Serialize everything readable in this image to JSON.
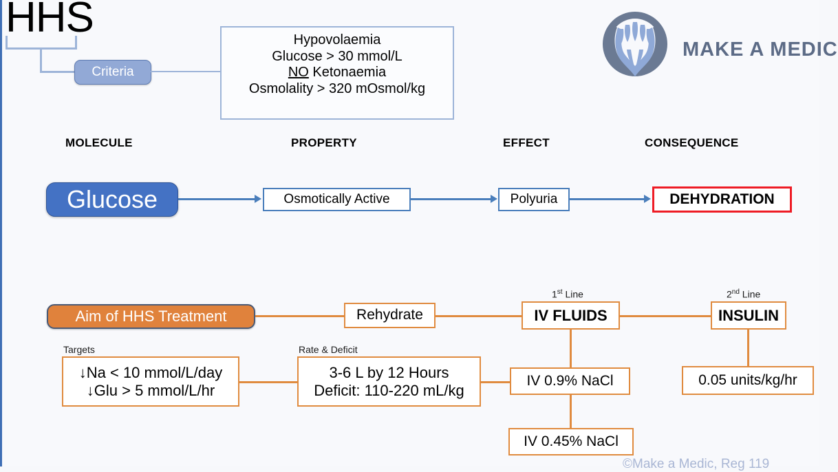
{
  "slide": {
    "title": "HHS",
    "background_color": "#f8f9fc",
    "accent_blue": "#4472c4",
    "accent_orange": "#e08b3f",
    "accent_red": "#ee1c25"
  },
  "criteria": {
    "pill_label": "Criteria",
    "lines": [
      "Hypovolaemia",
      "Glucose > 30 mmol/L",
      "NO Ketonaemia",
      "Osmolality > 320 mOsmol/kg"
    ],
    "underlined_word": "NO"
  },
  "column_headers": [
    {
      "label": "MOLECULE"
    },
    {
      "label": "PROPERTY"
    },
    {
      "label": "EFFECT"
    },
    {
      "label": "CONSEQUENCE"
    }
  ],
  "pathway": {
    "molecule": "Glucose",
    "property": "Osmotically Active",
    "effect": "Polyuria",
    "consequence": "DEHYDRATION"
  },
  "treatment": {
    "aim_label": "Aim of HHS Treatment",
    "rehydrate_label": "Rehydrate",
    "first_line_label": "1",
    "first_line_sup": "st",
    "first_line_suffix": " Line",
    "first_line_box": "IV FLUIDS",
    "second_line_label": "2",
    "second_line_sup": "nd",
    "second_line_suffix": " Line",
    "second_line_box": "INSULIN",
    "targets_caption": "Targets",
    "targets_lines": [
      "↓Na < 10 mmol/L/day",
      "↓Glu > 5 mmol/L/hr"
    ],
    "rate_caption": "Rate & Deficit",
    "rate_lines": [
      "3-6 L by 12 Hours",
      "Deficit: 110-220 mL/kg"
    ],
    "fluid_primary": "IV 0.9% NaCl",
    "fluid_secondary": "IV 0.45% NaCl",
    "insulin_dose": "0.05 units/kg/hr"
  },
  "branding": {
    "logo_text": "MAKE A MEDIC",
    "logo_icon": "hands-lotus-logo",
    "copyright": "©Make a Medic, Reg 119"
  }
}
